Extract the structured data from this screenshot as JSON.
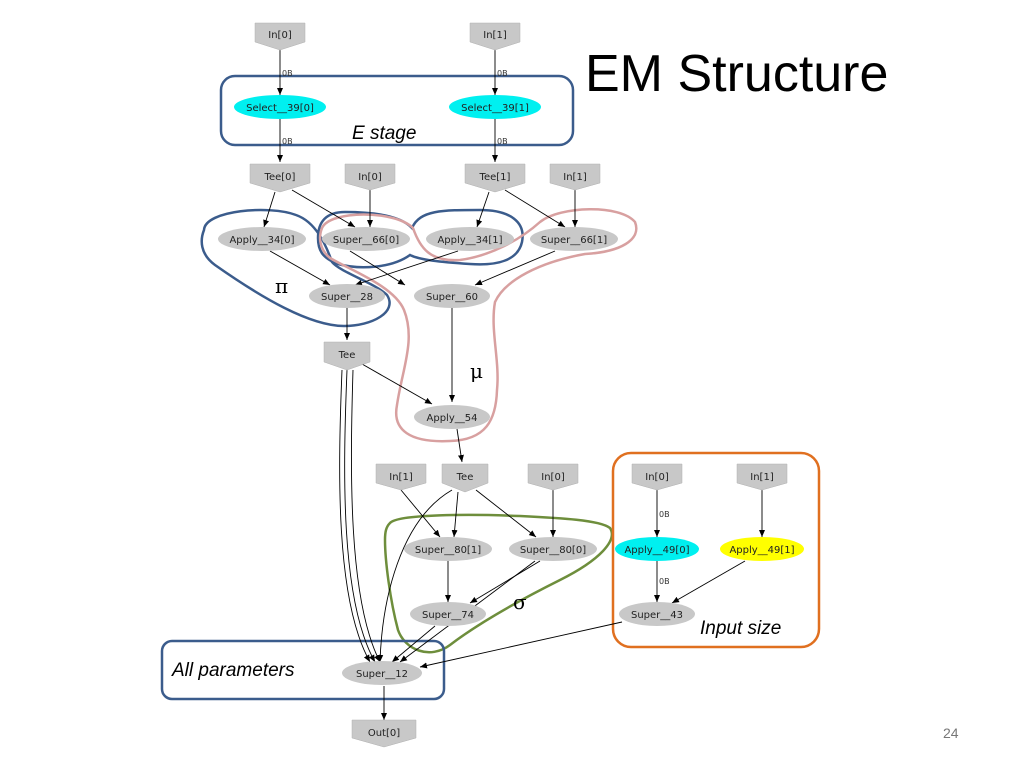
{
  "slide": {
    "title": "EM Structure",
    "page_number": "24"
  },
  "colors": {
    "node_gray": "#c8c8c8",
    "node_cyan": "#00f0f0",
    "node_yellow": "#ffff00",
    "blue_group": "#3b5c8c",
    "pink_group": "#d8a0a0",
    "green_group": "#6e8e3c",
    "orange_group": "#e07020"
  },
  "nodes": {
    "in0_top": "In[0]",
    "in1_top": "In[1]",
    "select0": "Select__39[0]",
    "select1": "Select__39[1]",
    "tee0": "Tee[0]",
    "in0_b": "In[0]",
    "tee1": "Tee[1]",
    "in1_b": "In[1]",
    "apply34_0": "Apply__34[0]",
    "super66_0": "Super__66[0]",
    "apply34_1": "Apply__34[1]",
    "super66_1": "Super__66[1]",
    "super28": "Super__28",
    "super60": "Super__60",
    "tee_a": "Tee",
    "apply54": "Apply__54",
    "in1_c": "In[1]",
    "tee_b": "Tee",
    "in0_c": "In[0]",
    "super80_1": "Super__80[1]",
    "super80_0": "Super__80[0]",
    "super74": "Super__74",
    "in0_d": "In[0]",
    "in1_d": "In[1]",
    "apply49_0": "Apply__49[0]",
    "apply49_1": "Apply__49[1]",
    "super43": "Super__43",
    "super12": "Super__12",
    "out0": "Out[0]"
  },
  "edge_labels": {
    "in0_select0": "0B",
    "in1_select1": "0B",
    "select0_tee0": "0B",
    "select1_tee1": "0B",
    "in0_apply49": "0B",
    "apply49_super43": "0B"
  },
  "groups": {
    "e_stage": "E stage",
    "pi": "π",
    "mu": "μ",
    "sigma": "σ",
    "input_size": "Input size",
    "all_parameters": "All parameters"
  }
}
